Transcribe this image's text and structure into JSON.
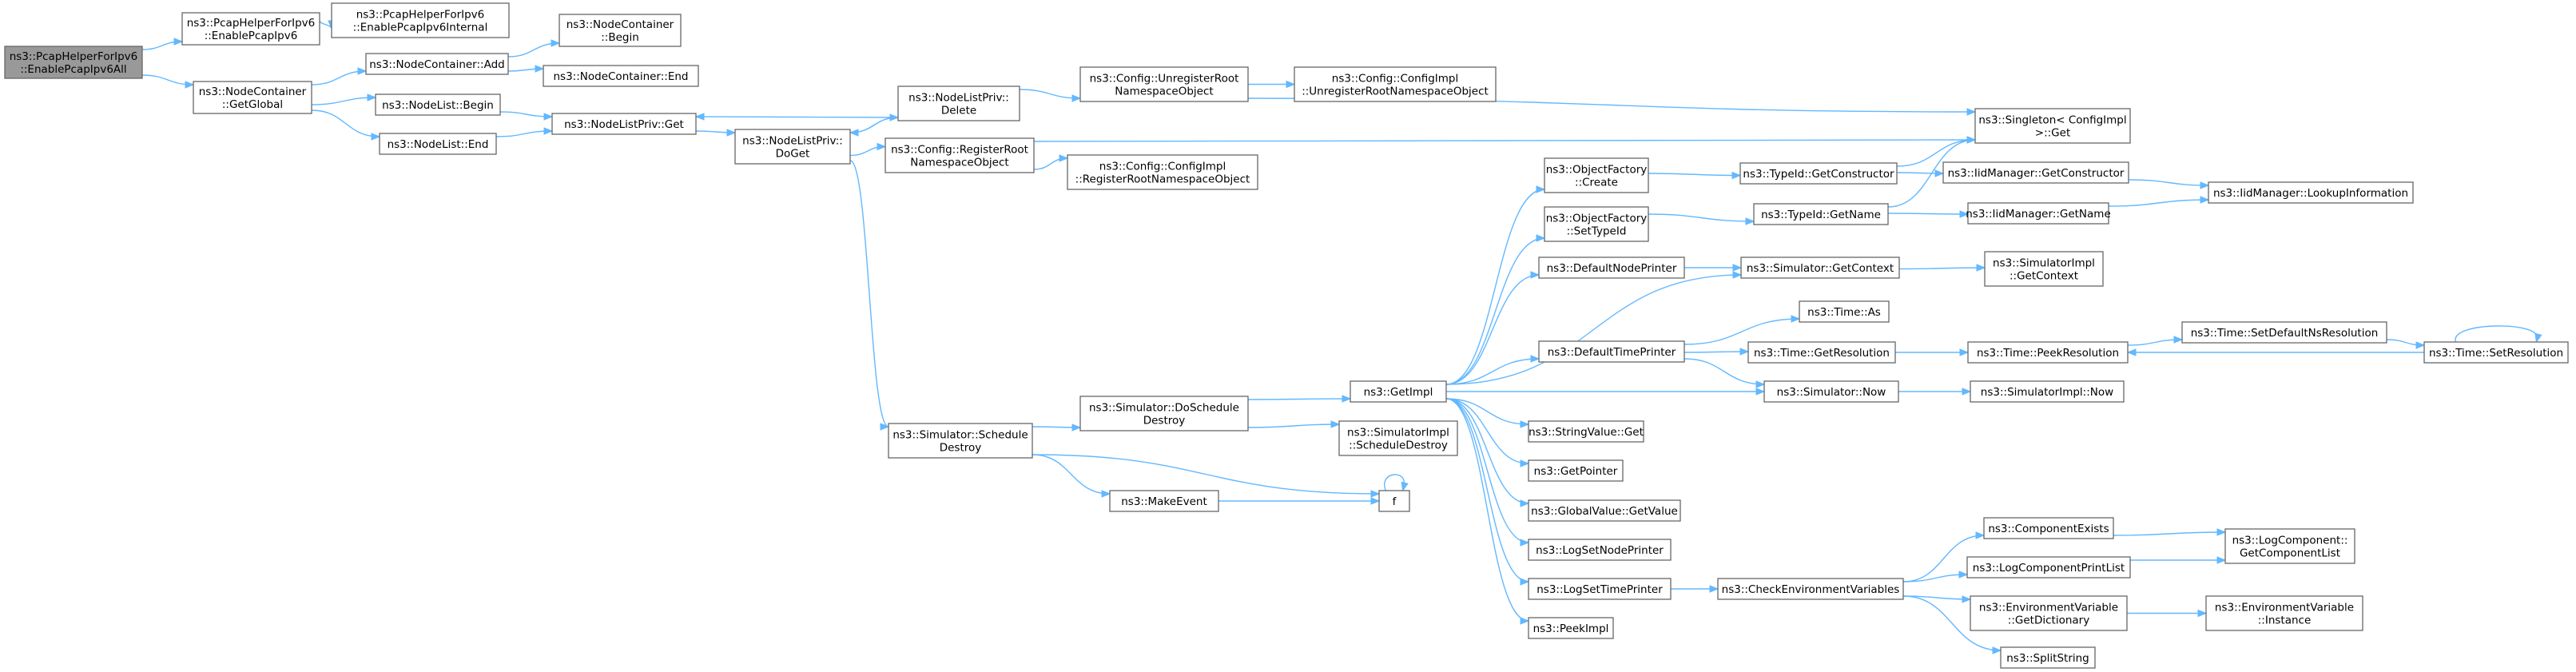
{
  "graph": {
    "nodes": [
      {
        "id": "enableAll",
        "label": [
          "ns3::PcapHelperForIpv6",
          "::EnablePcapIpv6All"
        ],
        "root": true
      },
      {
        "id": "enablePcap",
        "label": [
          "ns3::PcapHelperForIpv6",
          "::EnablePcapIpv6"
        ]
      },
      {
        "id": "enableInternal",
        "label": [
          "ns3::PcapHelperForIpv6",
          "::EnablePcapIpv6Internal"
        ]
      },
      {
        "id": "getGlobal",
        "label": [
          "ns3::NodeContainer",
          "::GetGlobal"
        ]
      },
      {
        "id": "ncAdd",
        "label": [
          "ns3::NodeContainer::Add"
        ]
      },
      {
        "id": "ncBegin",
        "label": [
          "ns3::NodeContainer",
          "::Begin"
        ]
      },
      {
        "id": "ncEnd",
        "label": [
          "ns3::NodeContainer::End"
        ]
      },
      {
        "id": "nlBegin",
        "label": [
          "ns3::NodeList::Begin"
        ]
      },
      {
        "id": "nlEnd",
        "label": [
          "ns3::NodeList::End"
        ]
      },
      {
        "id": "nlpGet",
        "label": [
          "ns3::NodeListPriv::Get"
        ]
      },
      {
        "id": "nlpDelete",
        "label": [
          "ns3::NodeListPriv::",
          "Delete"
        ]
      },
      {
        "id": "nlpDoGet",
        "label": [
          "ns3::NodeListPriv::",
          "DoGet"
        ]
      },
      {
        "id": "unregRoot",
        "label": [
          "ns3::Config::UnregisterRoot",
          "NamespaceObject"
        ]
      },
      {
        "id": "implUnreg",
        "label": [
          "ns3::Config::ConfigImpl",
          "::UnregisterRootNamespaceObject"
        ]
      },
      {
        "id": "regRoot",
        "label": [
          "ns3::Config::RegisterRoot",
          "NamespaceObject"
        ]
      },
      {
        "id": "implReg",
        "label": [
          "ns3::Config::ConfigImpl",
          "::RegisterRootNamespaceObject"
        ]
      },
      {
        "id": "singleton",
        "label": [
          "ns3::Singleton< ConfigImpl",
          " >::Get"
        ]
      },
      {
        "id": "schedDestroy",
        "label": [
          "ns3::Simulator::Schedule",
          "Destroy"
        ]
      },
      {
        "id": "doSchedDestroy",
        "label": [
          "ns3::Simulator::DoSchedule",
          "Destroy"
        ]
      },
      {
        "id": "implSchedDestroy",
        "label": [
          "ns3::SimulatorImpl",
          "::ScheduleDestroy"
        ]
      },
      {
        "id": "makeEvent",
        "label": [
          "ns3::MakeEvent"
        ]
      },
      {
        "id": "f",
        "label": [
          "f"
        ]
      },
      {
        "id": "getImpl",
        "label": [
          "ns3::GetImpl"
        ]
      },
      {
        "id": "ofCreate",
        "label": [
          "ns3::ObjectFactory",
          "::Create"
        ]
      },
      {
        "id": "ofSetTypeId",
        "label": [
          "ns3::ObjectFactory",
          "::SetTypeId"
        ]
      },
      {
        "id": "defNodePrinter",
        "label": [
          "ns3::DefaultNodePrinter"
        ]
      },
      {
        "id": "defTimePrinter",
        "label": [
          "ns3::DefaultTimePrinter"
        ]
      },
      {
        "id": "stringGet",
        "label": [
          "ns3::StringValue::Get"
        ]
      },
      {
        "id": "getPointer",
        "label": [
          "ns3::GetPointer"
        ]
      },
      {
        "id": "gvGetValue",
        "label": [
          "ns3::GlobalValue::GetValue"
        ]
      },
      {
        "id": "logSetNode",
        "label": [
          "ns3::LogSetNodePrinter"
        ]
      },
      {
        "id": "logSetTime",
        "label": [
          "ns3::LogSetTimePrinter"
        ]
      },
      {
        "id": "peekImpl",
        "label": [
          "ns3::PeekImpl"
        ]
      },
      {
        "id": "typeIdGetCtor",
        "label": [
          "ns3::TypeId::GetConstructor"
        ]
      },
      {
        "id": "typeIdGetName",
        "label": [
          "ns3::TypeId::GetName"
        ]
      },
      {
        "id": "iidGetCtor",
        "label": [
          "ns3::IidManager::GetConstructor"
        ]
      },
      {
        "id": "iidGetName",
        "label": [
          "ns3::IidManager::GetName"
        ]
      },
      {
        "id": "iidLookup",
        "label": [
          "ns3::IidManager::LookupInformation"
        ]
      },
      {
        "id": "simGetContext",
        "label": [
          "ns3::Simulator::GetContext"
        ]
      },
      {
        "id": "implGetContext",
        "label": [
          "ns3::SimulatorImpl",
          "::GetContext"
        ]
      },
      {
        "id": "timeAs",
        "label": [
          "ns3::Time::As"
        ]
      },
      {
        "id": "timeGetRes",
        "label": [
          "ns3::Time::GetResolution"
        ]
      },
      {
        "id": "simNow",
        "label": [
          "ns3::Simulator::Now"
        ]
      },
      {
        "id": "timePeekRes",
        "label": [
          "ns3::Time::PeekResolution"
        ]
      },
      {
        "id": "timeSetDefNs",
        "label": [
          "ns3::Time::SetDefaultNsResolution"
        ]
      },
      {
        "id": "timeSetRes",
        "label": [
          "ns3::Time::SetResolution"
        ]
      },
      {
        "id": "implNow",
        "label": [
          "ns3::SimulatorImpl::Now"
        ]
      },
      {
        "id": "checkEnv",
        "label": [
          "ns3::CheckEnvironmentVariables"
        ]
      },
      {
        "id": "compExists",
        "label": [
          "ns3::ComponentExists"
        ]
      },
      {
        "id": "logCompPrint",
        "label": [
          "ns3::LogComponentPrintList"
        ]
      },
      {
        "id": "envGetDict",
        "label": [
          "ns3::EnvironmentVariable",
          "::GetDictionary"
        ]
      },
      {
        "id": "splitString",
        "label": [
          "ns3::SplitString"
        ]
      },
      {
        "id": "logCompGetList",
        "label": [
          "ns3::LogComponent::",
          "GetComponentList"
        ]
      },
      {
        "id": "envInstance",
        "label": [
          "ns3::EnvironmentVariable",
          "::Instance"
        ]
      }
    ],
    "edges": [
      {
        "from": "enableAll",
        "to": "enablePcap"
      },
      {
        "from": "enableAll",
        "to": "getGlobal"
      },
      {
        "from": "enablePcap",
        "to": "enableInternal"
      },
      {
        "from": "getGlobal",
        "to": "ncAdd"
      },
      {
        "from": "getGlobal",
        "to": "nlBegin"
      },
      {
        "from": "getGlobal",
        "to": "nlEnd"
      },
      {
        "from": "ncAdd",
        "to": "ncBegin"
      },
      {
        "from": "ncAdd",
        "to": "ncEnd"
      },
      {
        "from": "nlBegin",
        "to": "nlpGet"
      },
      {
        "from": "nlEnd",
        "to": "nlpGet"
      },
      {
        "from": "nlpGet",
        "to": "nlpDoGet"
      },
      {
        "from": "nlpDelete",
        "to": "nlpGet"
      },
      {
        "from": "nlpDelete",
        "to": "nlpDoGet"
      },
      {
        "from": "nlpDelete",
        "to": "unregRoot"
      },
      {
        "from": "nlpDoGet",
        "to": "nlpDelete"
      },
      {
        "from": "nlpDoGet",
        "to": "regRoot"
      },
      {
        "from": "nlpDoGet",
        "to": "schedDestroy"
      },
      {
        "from": "unregRoot",
        "to": "implUnreg"
      },
      {
        "from": "unregRoot",
        "to": "singleton"
      },
      {
        "from": "regRoot",
        "to": "singleton"
      },
      {
        "from": "regRoot",
        "to": "implReg"
      },
      {
        "from": "schedDestroy",
        "to": "doSchedDestroy"
      },
      {
        "from": "schedDestroy",
        "to": "makeEvent"
      },
      {
        "from": "schedDestroy",
        "to": "f"
      },
      {
        "from": "doSchedDestroy",
        "to": "getImpl"
      },
      {
        "from": "doSchedDestroy",
        "to": "implSchedDestroy"
      },
      {
        "from": "makeEvent",
        "to": "f"
      },
      {
        "from": "f",
        "to": "f"
      },
      {
        "from": "getImpl",
        "to": "ofCreate"
      },
      {
        "from": "getImpl",
        "to": "ofSetTypeId"
      },
      {
        "from": "getImpl",
        "to": "defNodePrinter"
      },
      {
        "from": "getImpl",
        "to": "simGetContext"
      },
      {
        "from": "getImpl",
        "to": "defTimePrinter"
      },
      {
        "from": "getImpl",
        "to": "simNow"
      },
      {
        "from": "getImpl",
        "to": "stringGet"
      },
      {
        "from": "getImpl",
        "to": "getPointer"
      },
      {
        "from": "getImpl",
        "to": "gvGetValue"
      },
      {
        "from": "getImpl",
        "to": "logSetNode"
      },
      {
        "from": "getImpl",
        "to": "logSetTime"
      },
      {
        "from": "getImpl",
        "to": "peekImpl"
      },
      {
        "from": "ofCreate",
        "to": "typeIdGetCtor"
      },
      {
        "from": "ofSetTypeId",
        "to": "typeIdGetName"
      },
      {
        "from": "typeIdGetCtor",
        "to": "singleton"
      },
      {
        "from": "typeIdGetCtor",
        "to": "iidGetCtor"
      },
      {
        "from": "typeIdGetName",
        "to": "singleton"
      },
      {
        "from": "typeIdGetName",
        "to": "iidGetName"
      },
      {
        "from": "iidGetCtor",
        "to": "iidLookup"
      },
      {
        "from": "iidGetName",
        "to": "iidLookup"
      },
      {
        "from": "defNodePrinter",
        "to": "simGetContext"
      },
      {
        "from": "simGetContext",
        "to": "implGetContext"
      },
      {
        "from": "defTimePrinter",
        "to": "timeAs"
      },
      {
        "from": "defTimePrinter",
        "to": "timeGetRes"
      },
      {
        "from": "defTimePrinter",
        "to": "simNow"
      },
      {
        "from": "timeGetRes",
        "to": "timePeekRes"
      },
      {
        "from": "timePeekRes",
        "to": "timeSetDefNs"
      },
      {
        "from": "timeSetDefNs",
        "to": "timeSetRes"
      },
      {
        "from": "timeSetRes",
        "to": "timePeekRes"
      },
      {
        "from": "timeSetRes",
        "to": "timeSetRes"
      },
      {
        "from": "simNow",
        "to": "implNow"
      },
      {
        "from": "logSetTime",
        "to": "checkEnv"
      },
      {
        "from": "checkEnv",
        "to": "compExists"
      },
      {
        "from": "checkEnv",
        "to": "logCompPrint"
      },
      {
        "from": "checkEnv",
        "to": "envGetDict"
      },
      {
        "from": "checkEnv",
        "to": "splitString"
      },
      {
        "from": "compExists",
        "to": "logCompGetList"
      },
      {
        "from": "logCompPrint",
        "to": "logCompGetList"
      },
      {
        "from": "envGetDict",
        "to": "envInstance"
      }
    ]
  }
}
